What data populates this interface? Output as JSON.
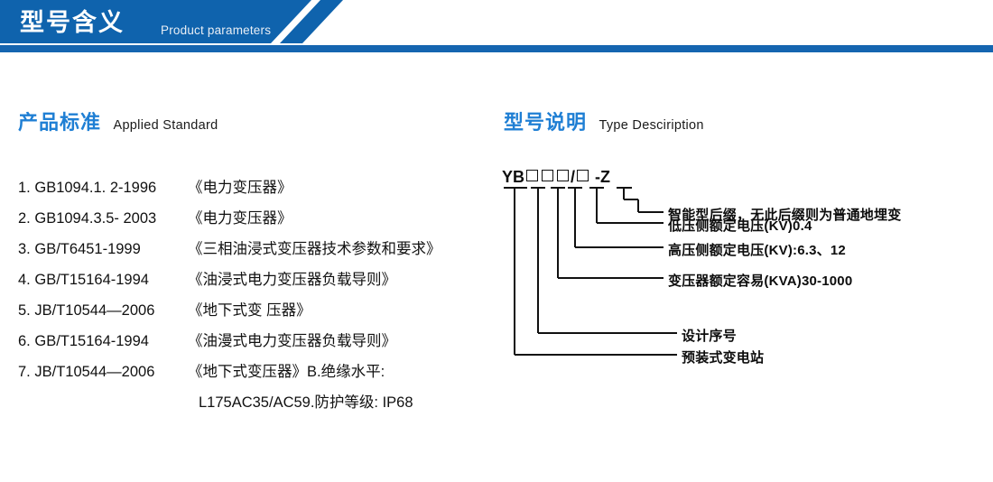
{
  "banner": {
    "title_cn": "型号含义",
    "title_en": "Product parameters",
    "bar_color": "#1565b0",
    "shape_color": "#0f63ad"
  },
  "sections": {
    "standard": {
      "cn": "产品标准",
      "en": "Applied Standard",
      "accent": "#1f7fd4"
    },
    "type": {
      "cn": "型号说明",
      "en": "Type Desciription",
      "accent": "#1f7fd4"
    }
  },
  "standards": [
    {
      "index": "1.",
      "code": "GB1094.1. 2-1996",
      "name": "《电力变压器》"
    },
    {
      "index": "2.",
      "code": "GB1094.3.5- 2003",
      "name": "《电力变压器》"
    },
    {
      "index": "3.",
      "code": "GB/T6451-1999",
      "name": "《三相油浸式变压器技术参数和要求》"
    },
    {
      "index": "4.",
      "code": "GB/T15164-1994",
      "name": "《油浸式电力变压器负载导则》"
    },
    {
      "index": "5.",
      "code": "JB/T10544—2006",
      "name": "《地下式变 压器》"
    },
    {
      "index": "6.",
      "code": "GB/T15164-1994",
      "name": "《油漫式电力变压器负载导则》"
    },
    {
      "index": "7.",
      "code": "JB/T10544—2006",
      "name": "《地下式变压器》B.绝缘水平:"
    }
  ],
  "standard_continuation": "L175AC35/AC59.防护等级: IP68",
  "type_code": {
    "prefix": "YB",
    "separator": "/",
    "dash": "-",
    "suffix": "Z",
    "box_count_group1": 1,
    "box_count_group2": 2,
    "box_count_group3": 1
  },
  "type_labels": [
    {
      "id": "smart-suffix",
      "text": "智能型后缀，无此后缀则为普通地埋变"
    },
    {
      "id": "lv-rated-voltage",
      "text": "低压侧额定电压(KV)0.4"
    },
    {
      "id": "hv-rated-voltage",
      "text": "高压侧额定电压(KV):6.3、12"
    },
    {
      "id": "rated-capacity",
      "text": "变压器额定容易(KVA)30-1000"
    },
    {
      "id": "design-serial",
      "text": "设计序号"
    },
    {
      "id": "prefab-substation",
      "text": "预装式变电站"
    }
  ]
}
